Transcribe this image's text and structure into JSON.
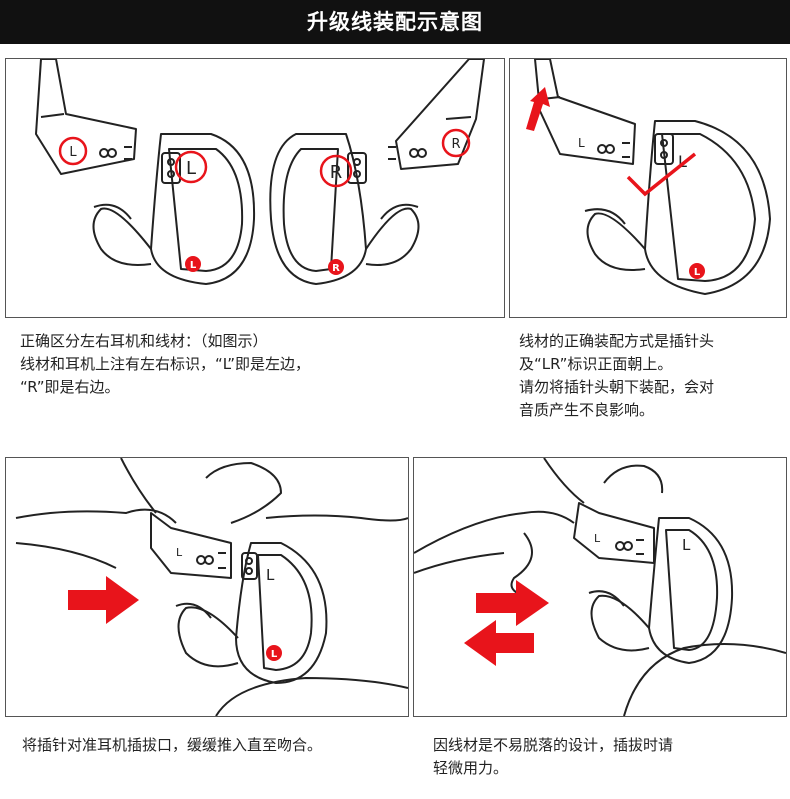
{
  "header": {
    "title": "升级线装配示意图"
  },
  "panels": {
    "p1": {
      "labels": {
        "left_plug": "L",
        "left_ear": "L",
        "left_dot": "L",
        "right_ear": "R",
        "right_dot": "R",
        "right_plug": "R"
      },
      "caption": [
        "正确区分左右耳机和线材：（如图示）",
        "线材和耳机上注有左右标识，“L”即是左边，",
        "“R”即是右边。"
      ]
    },
    "p2": {
      "labels": {
        "plug": "L",
        "ear": "L",
        "dot": "L"
      },
      "caption": [
        "线材的正确装配方式是插针头",
        "及“LR”标识正面朝上。",
        "请勿将插针头朝下装配，会对",
        "音质产生不良影响。"
      ]
    },
    "p3": {
      "labels": {
        "plug": "L",
        "ear": "L",
        "dot": "L"
      },
      "caption": [
        "将插针对准耳机插拔口，缓缓推入直至吻合。"
      ]
    },
    "p4": {
      "labels": {
        "plug": "L",
        "ear": "L"
      },
      "caption": [
        "因线材是不易脱落的设计，插拔时请",
        "轻微用力。"
      ]
    }
  },
  "colors": {
    "arrow_red": "#e8141b",
    "header_bg": "#111111",
    "line": "#222222"
  }
}
